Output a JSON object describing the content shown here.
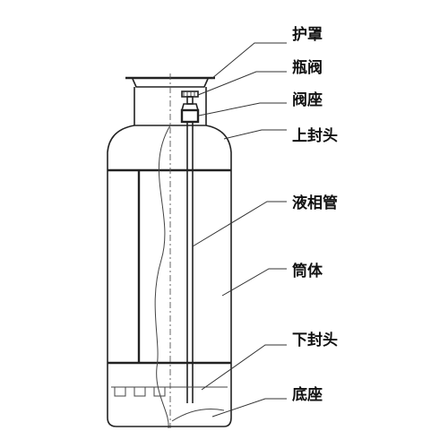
{
  "labels": {
    "hu_zhao": "护罩",
    "ping_fa": "瓶阀",
    "fa_zuo": "阀座",
    "shang_feng_tou": "上封头",
    "ye_xiang_guan": "液相管",
    "tong_ti": "筒体",
    "xia_feng_tou": "下封头",
    "di_zuo": "底座"
  },
  "colors": {
    "line": "#222222",
    "background": "#ffffff"
  }
}
